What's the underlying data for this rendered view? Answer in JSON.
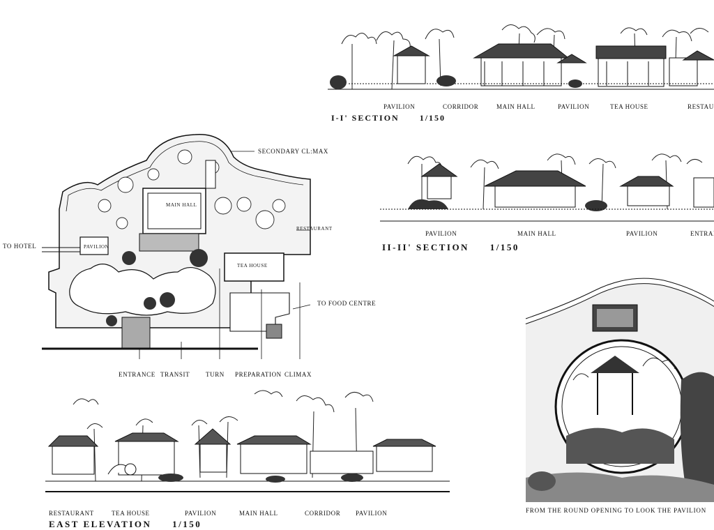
{
  "section_1": {
    "title": "I-I' SECTION",
    "scale": "1/150",
    "labels": [
      "PAVILION",
      "CORRIDOR",
      "MAIN HALL",
      "PAVILION",
      "TEA HOUSE",
      "RESTAU"
    ]
  },
  "section_2": {
    "title": "II-II' SECTION",
    "scale": "1/150",
    "labels": [
      "PAVILION",
      "MAIN HALL",
      "PAVILION",
      "ENTRAN"
    ]
  },
  "plan": {
    "secondary_climax": "SECONDARY CL:MAX",
    "to_hotel": "TO HOTEL",
    "restaurant": "RESTAURANT",
    "to_food_centre": "TO FOOD CENTRE",
    "main_hall": "MAIN HALL",
    "pavilion": "PAVILION",
    "tea_house": "TEA HOUSE",
    "sequence": [
      "ENTRANCE",
      "TRANSIT",
      "TURN",
      "PREPARATION",
      "CLIMAX"
    ]
  },
  "east_elevation": {
    "title": "EAST ELEVATION",
    "scale": "1/150",
    "labels": [
      "RESTAURANT",
      "TEA HOUSE",
      "PAVILION",
      "MAIN HALL",
      "CORRIDOR",
      "PAVILION"
    ]
  },
  "round_opening": {
    "caption": "FROM THE ROUND OPENING TO LOOK THE PAVILION"
  }
}
